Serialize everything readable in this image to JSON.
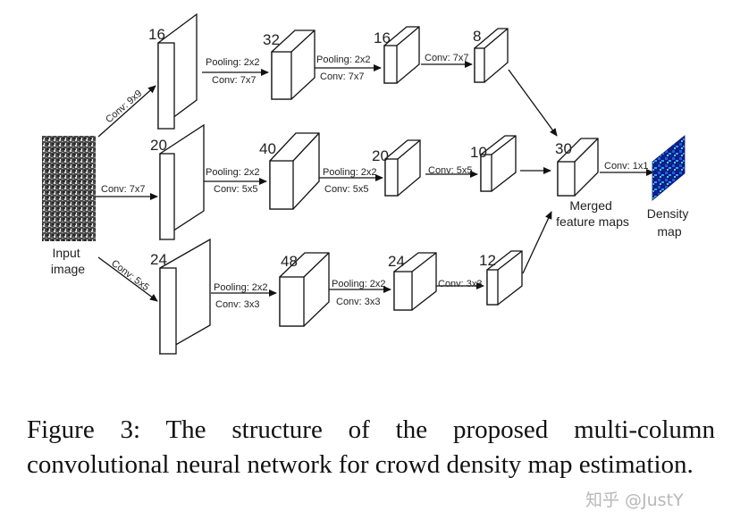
{
  "diagram": {
    "input_label": "Input image",
    "merged_label": "Merged feature maps",
    "output_label": "Density map",
    "columns": [
      {
        "input_conv": "Conv: 9x9",
        "blocks": [
          "16",
          "32",
          "16",
          "8"
        ],
        "ops": [
          [
            "Pooling: 2x2",
            "Conv: 7x7"
          ],
          [
            "Pooling: 2x2",
            "Conv: 7x7"
          ],
          [
            "Conv: 7x7"
          ]
        ]
      },
      {
        "input_conv": "Conv: 7x7",
        "blocks": [
          "20",
          "40",
          "20",
          "10"
        ],
        "ops": [
          [
            "Pooling: 2x2",
            "Conv: 5x5"
          ],
          [
            "Pooling: 2x2",
            "Conv: 5x5"
          ],
          [
            "Conv: 5x5"
          ]
        ]
      },
      {
        "input_conv": "Conv: 5x5",
        "blocks": [
          "24",
          "48",
          "24",
          "12"
        ],
        "ops": [
          [
            "Pooling: 2x2",
            "Conv: 3x3"
          ],
          [
            "Pooling: 2x2",
            "Conv: 3x3"
          ],
          [
            "Conv: 3x3"
          ]
        ]
      }
    ],
    "merged_channels": "30",
    "final_conv": "Conv: 1x1"
  },
  "caption": "Figure 3: The structure of the proposed multi-column convolutional neural network for crowd density map estimation.",
  "watermark": "知乎 @JustY"
}
